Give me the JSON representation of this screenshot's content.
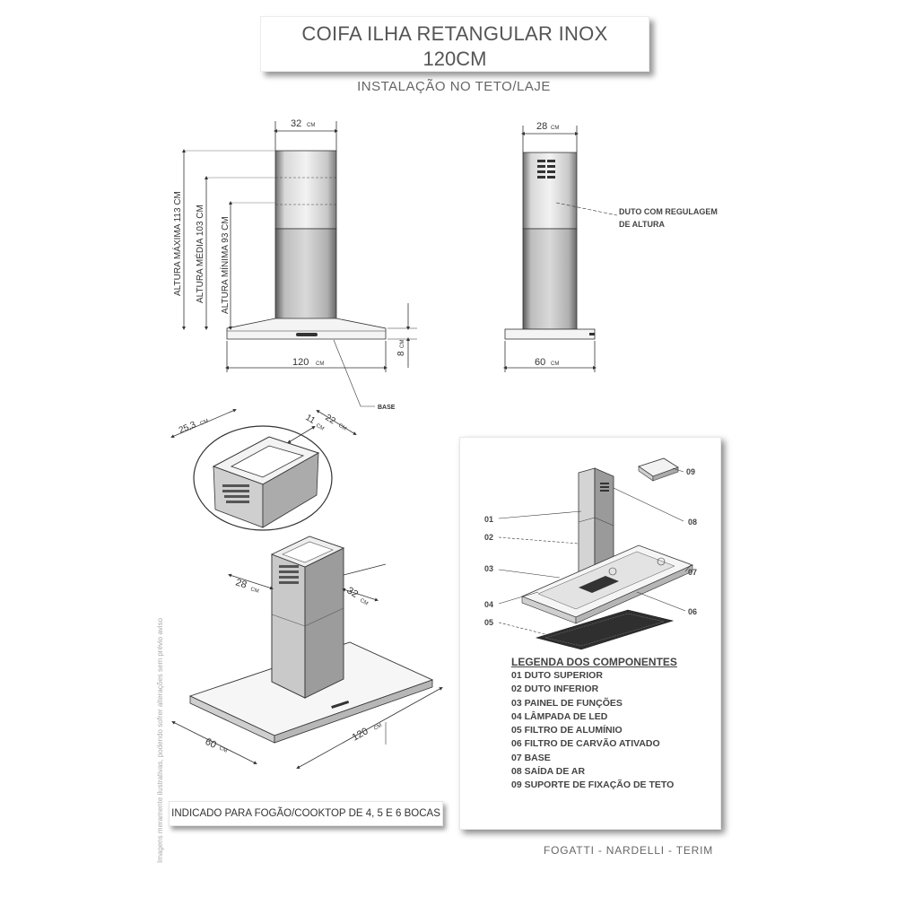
{
  "header": {
    "title_line1": "COIFA ILHA RETANGULAR INOX",
    "title_line2": "120CM",
    "subtitle": "INSTALAÇÃO NO TETO/LAJE"
  },
  "front_view": {
    "width_top": "32",
    "width_top_unit": "CM",
    "height_max": "ALTURA MÁXIMA 113 CM",
    "height_mid": "ALTURA MÉDIA 103 CM",
    "height_min": "ALTURA MÍNIMA 93 CM",
    "base_width": "120",
    "base_width_unit": "CM",
    "base_height": "8",
    "base_height_unit": "CM",
    "base_label": "BASE"
  },
  "side_view": {
    "width_top": "28",
    "width_top_unit": "CM",
    "duct_note_line1": "DUTO COM REGULAGEM",
    "duct_note_line2": "DE ALTURA",
    "base_depth": "60",
    "base_depth_unit": "CM"
  },
  "detail_view": {
    "dim_a": "25,3",
    "dim_b": "11",
    "dim_c": "22",
    "unit": "CM"
  },
  "iso_view": {
    "duct_depth": "28",
    "duct_width": "32",
    "base_depth": "60",
    "base_width": "120",
    "unit": "CM"
  },
  "exploded_view": {
    "callouts": [
      "01",
      "02",
      "03",
      "04",
      "05",
      "06",
      "07",
      "08",
      "09"
    ]
  },
  "legend": {
    "title": "LEGENDA DOS COMPONENTES",
    "items": [
      "01 DUTO SUPERIOR",
      "02 DUTO INFERIOR",
      "03 PAINEL DE FUNÇÕES",
      "04 LÂMPADA DE LED",
      "05 FILTRO DE ALUMÍNIO",
      "06 FILTRO DE CARVÃO ATIVADO",
      "07 BASE",
      "08 SAÍDA DE AR",
      "09 SUPORTE DE  FIXAÇÃO DE TETO"
    ]
  },
  "footer": {
    "indicated": "INDICADO PARA FOGÃO/COOKTOP DE 4, 5 E 6 BOCAS",
    "brands": "FOGATTI - NARDELLI - TERIM",
    "side_note": "Imagens meramente ilustrativas, podendo sofrer alterações sem prévio aviso"
  }
}
